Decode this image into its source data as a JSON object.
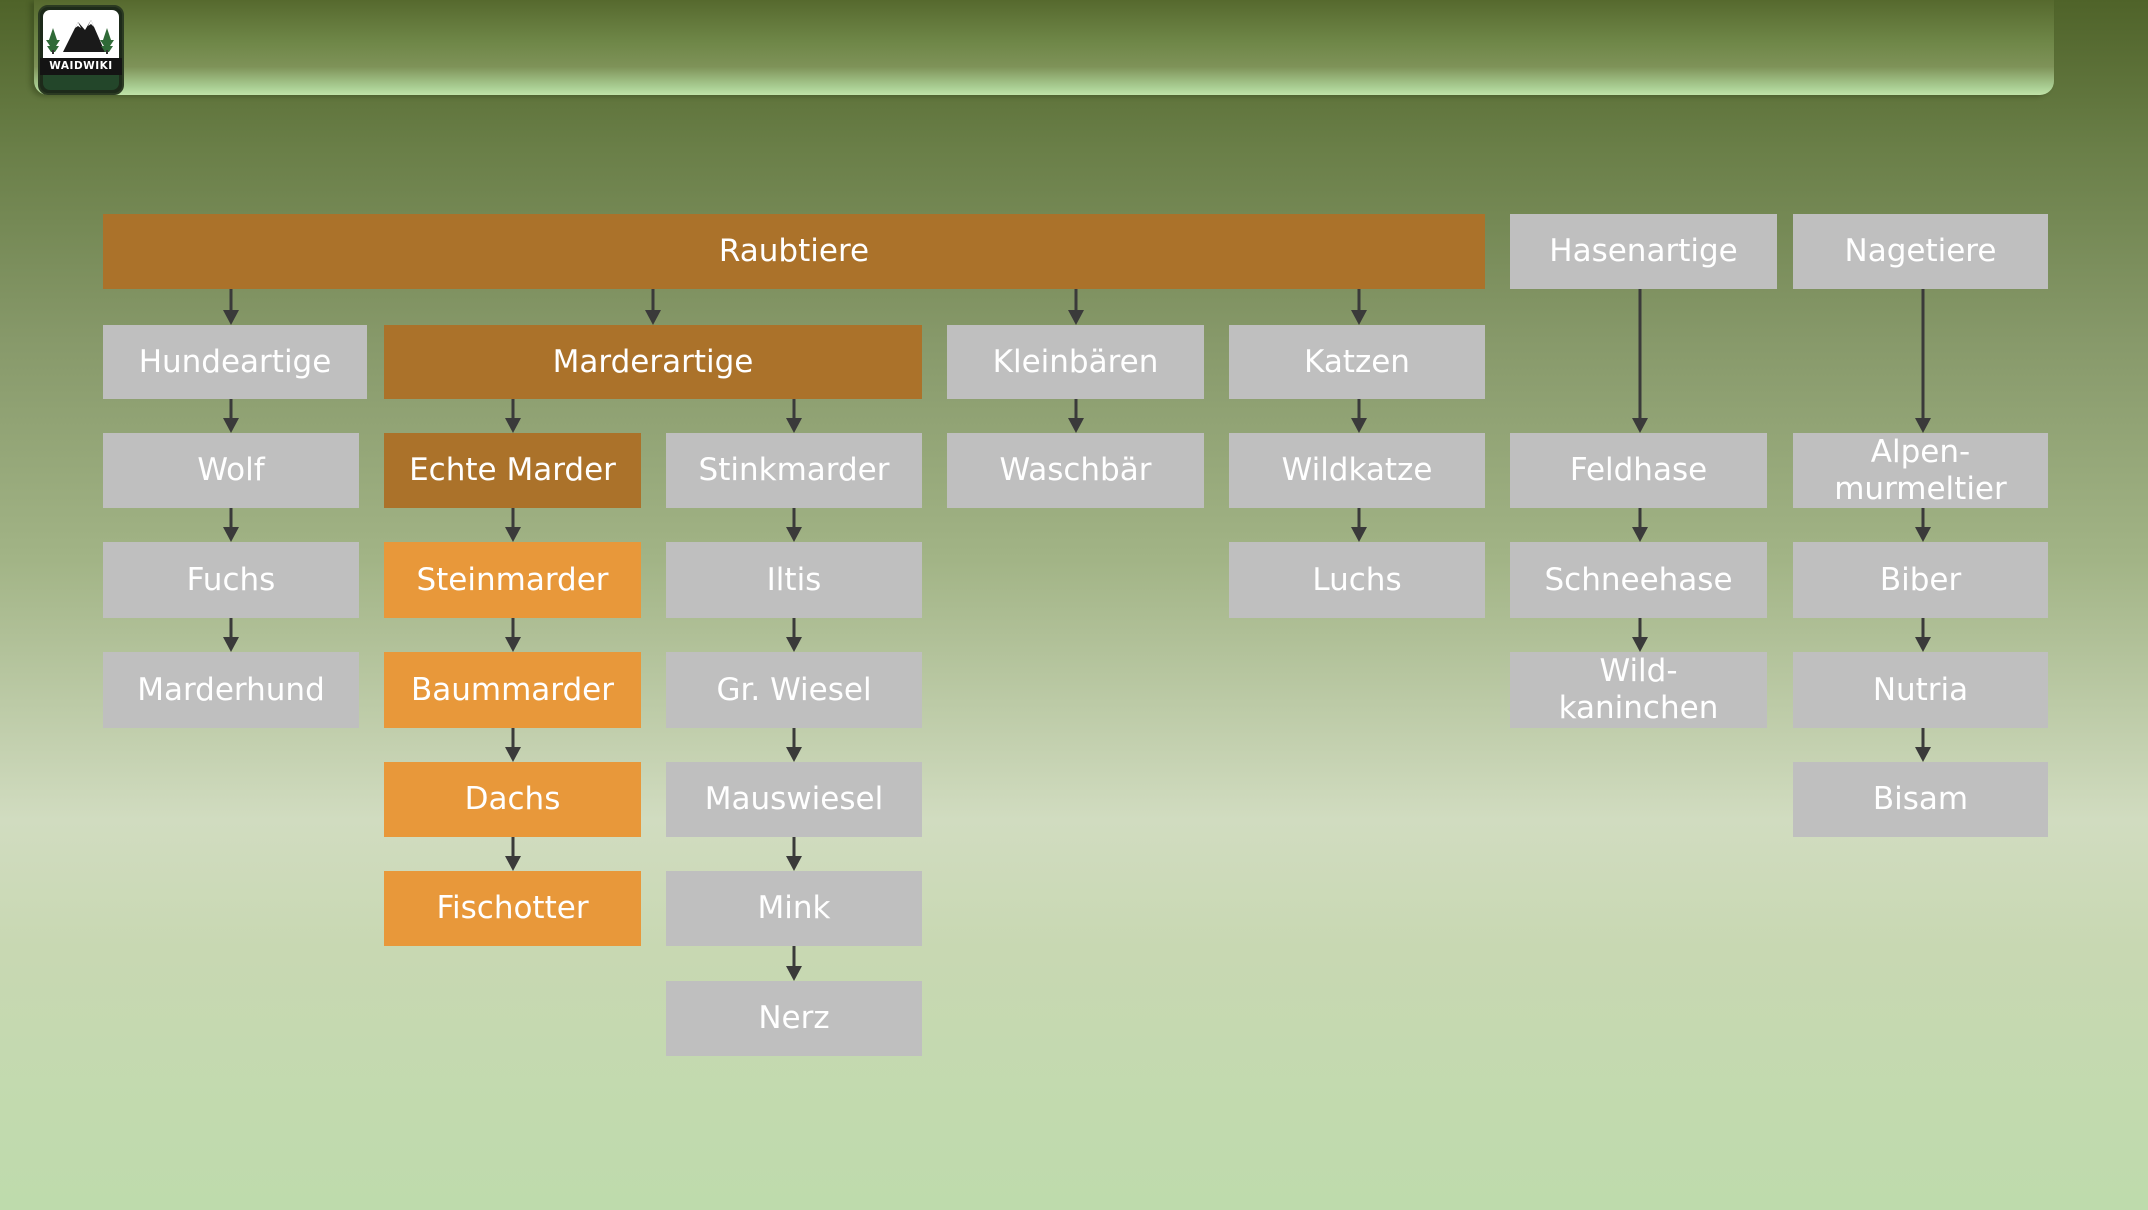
{
  "header": {
    "logo_text": "WAIDWIKI"
  },
  "colors": {
    "highlight_dark": "#ab722a",
    "highlight_light": "#e8983a",
    "neutral": "#bfbfbf",
    "text": "#ffffff",
    "arrow": "#3a3a3a"
  },
  "nodes": {
    "raubtiere": "Raubtiere",
    "hasenartige": "Hasenartige",
    "nagetiere": "Nagetiere",
    "hundeartige": "Hundeartige",
    "marderartige": "Marderartige",
    "kleinbaeren": "Kleinbären",
    "katzen": "Katzen",
    "wolf": "Wolf",
    "fuchs": "Fuchs",
    "marderhund": "Marderhund",
    "echte_marder": "Echte Marder",
    "steinmarder": "Steinmarder",
    "baummarder": "Baummarder",
    "dachs": "Dachs",
    "fischotter": "Fischotter",
    "stinkmarder": "Stinkmarder",
    "iltis": "Iltis",
    "gr_wiesel": "Gr. Wiesel",
    "mauswiesel": "Mauswiesel",
    "mink": "Mink",
    "nerz": "Nerz",
    "waschbaer": "Waschbär",
    "wildkatze": "Wildkatze",
    "luchs": "Luchs",
    "feldhase": "Feldhase",
    "schneehase": "Schneehase",
    "wildkaninchen_1": "Wild-",
    "wildkaninchen_2": "kaninchen",
    "alpenmurmeltier_1": "Alpen-",
    "alpenmurmeltier_2": "murmeltier",
    "biber": "Biber",
    "nutria": "Nutria",
    "bisam": "Bisam"
  }
}
